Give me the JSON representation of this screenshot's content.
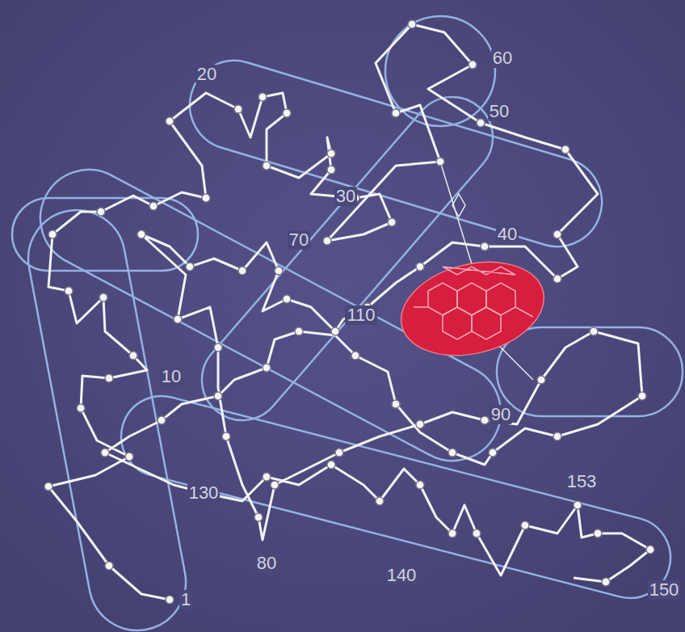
{
  "diagram": {
    "labels": [
      "20",
      "60",
      "50",
      "30",
      "70",
      "40",
      "110",
      "10",
      "90",
      "153",
      "130",
      "80",
      "140",
      "150",
      "1"
    ]
  }
}
